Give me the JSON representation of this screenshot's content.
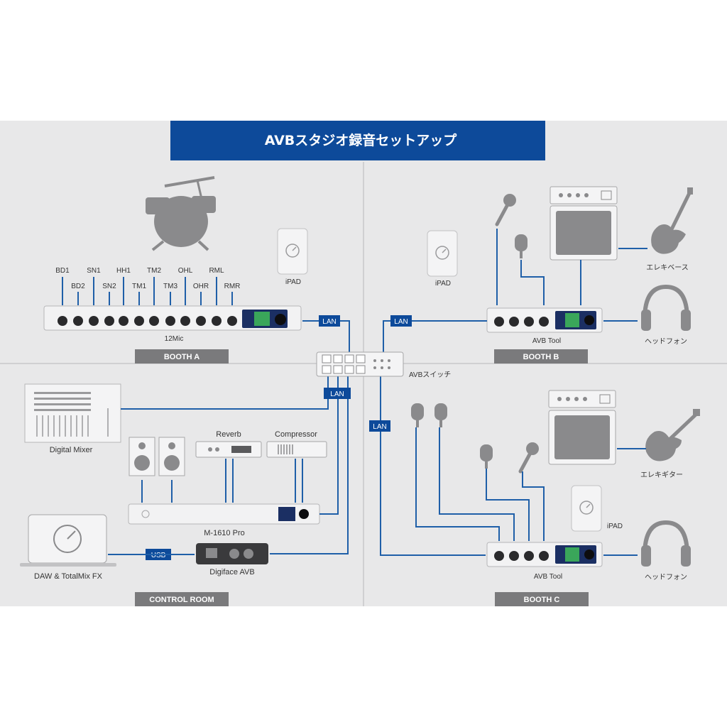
{
  "title": "AVBスタジオ録音セットアップ",
  "colors": {
    "accent_blue": "#0d4a9a",
    "line_blue": "#1f5fa8",
    "panel_bg": "#e8e8e9",
    "section_label_bg": "#7a7a7c",
    "device_gray": "#8a8a8c"
  },
  "sections": {
    "booth_a": "BOOTH A",
    "booth_b": "BOOTH B",
    "booth_c": "BOOTH C",
    "control_room": "CONTROL ROOM"
  },
  "booth_a": {
    "mic_labels_top": [
      "BD1",
      "SN1",
      "HH1",
      "TM2",
      "OHL",
      "RML"
    ],
    "mic_labels_bottom": [
      "BD2",
      "SN2",
      "TM1",
      "TM3",
      "OHR",
      "RMR"
    ],
    "device": "12Mic",
    "ipad": "iPAD"
  },
  "booth_b": {
    "ipad": "iPAD",
    "device": "AVB Tool",
    "guitar": "エレキベース",
    "headphones": "ヘッドフォン"
  },
  "booth_c": {
    "ipad": "iPAD",
    "device": "AVB Tool",
    "guitar": "エレキギター",
    "headphones": "ヘッドフォン"
  },
  "control_room": {
    "mixer": "Digital Mixer",
    "reverb": "Reverb",
    "compressor": "Compressor",
    "main_device": "M-1610 Pro",
    "interface": "Digiface AVB",
    "computer": "DAW & TotalMix FX"
  },
  "switch_label": "AVBスイッチ",
  "lan_tag": "LAN",
  "usb_tag": "USB",
  "icons": [
    "drum-kit-icon",
    "ipad-icon",
    "microphone-icon",
    "amplifier-icon",
    "electric-bass-icon",
    "electric-guitar-icon",
    "headphones-icon",
    "speaker-icon",
    "laptop-icon",
    "mixer-icon",
    "network-switch-icon"
  ]
}
